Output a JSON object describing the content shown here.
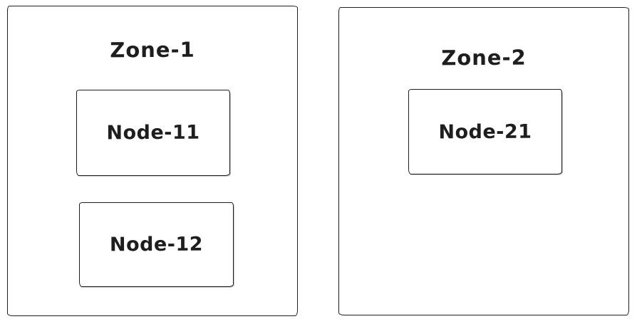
{
  "diagram": {
    "type": "zones-and-nodes",
    "style": "hand-drawn",
    "colors": {
      "stroke": "#1e1e1e",
      "background": "#ffffff",
      "text": "#1e1e1e"
    },
    "zones": [
      {
        "label": "Zone-1",
        "nodes": [
          {
            "label": "Node-11"
          },
          {
            "label": "Node-12"
          }
        ]
      },
      {
        "label": "Zone-2",
        "nodes": [
          {
            "label": "Node-21"
          }
        ]
      }
    ]
  }
}
